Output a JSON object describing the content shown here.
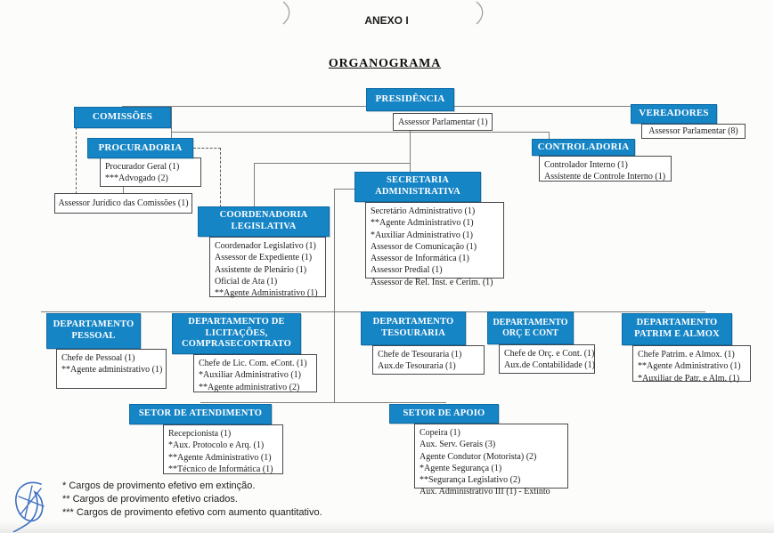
{
  "page": {
    "annex_title": "ANEXO I",
    "title": "ORGANOGRAMA"
  },
  "colors": {
    "node_fill": "#1685c6",
    "node_border": "#0d6ca6",
    "connector": "#7f7f7f",
    "signature_ink": "#3f6fc4"
  },
  "nodes": {
    "presidencia": {
      "label": "PRESIDÊNCIA",
      "roles": [
        "Assessor Parlamentar (1)"
      ]
    },
    "comissoes": {
      "label": "COMISSÕES"
    },
    "vereadores": {
      "label": "VEREADORES",
      "roles": [
        "Assessor Parlamentar (8)"
      ]
    },
    "procuradoria": {
      "label": "PROCURADORIA",
      "roles": [
        "Procurador Geral (1)",
        "***Advogado (2)"
      ]
    },
    "assessor_juridico": {
      "label": "Assessor Jurídico das Comissões (1)"
    },
    "controladoria": {
      "label": "CONTROLADORIA",
      "roles": [
        "Controlador Interno (1)",
        "Assistente de Controle Interno (1)"
      ]
    },
    "secretaria": {
      "label": "SECRETARIA ADMINISTRATIVA",
      "roles": [
        "Secretário Administrativo (1)",
        "**Agente Administrativo (1)",
        "*Auxiliar Administrativo (1)",
        "Assessor de Comunicação (1)",
        "Assessor de Informática (1)",
        "Assessor Predial (1)",
        "Assessor de Rel. Inst. e Cerim. (1)"
      ]
    },
    "coordenadoria": {
      "label": "COORDENADORIA LEGISLATIVA",
      "roles": [
        "Coordenador Legislativo (1)",
        "Assessor de Expediente (1)",
        "Assistente de Plenário (1)",
        "Oficial de Ata (1)",
        "**Agente Administrativo (1)"
      ]
    },
    "dep_pessoal": {
      "label": "DEPARTAMENTO PESSOAL",
      "roles": [
        "Chefe de Pessoal (1)",
        "**Agente administrativo (1)"
      ]
    },
    "dep_licitacoes": {
      "label": "DEPARTAMENTO DE LICITAÇÕES, COMPRASECONTRATO",
      "roles": [
        "Chefe de Lic. Com. eCont. (1)",
        "*Auxiliar Administrativo (1)",
        "**Agente administrativo (2)"
      ]
    },
    "dep_tesouraria": {
      "label": "DEPARTAMENTO TESOURARIA",
      "roles": [
        "Chefe de Tesouraria (1)",
        "Aux.de Tesouraria (1)"
      ]
    },
    "dep_orc": {
      "label": "DEPARTAMENTO ORÇ E CONT",
      "roles": [
        "Chefe de Orç. e Cont. (1)",
        "Aux.de Contabilidade (1)"
      ]
    },
    "dep_patrim": {
      "label": "DEPARTAMENTO PATRIM E ALMOX",
      "roles": [
        "Chefe Patrim. e Almox. (1)",
        "**Agente Administrativo (1)",
        "*Auxiliar de Patr. e Alm. (1)"
      ]
    },
    "setor_atendimento": {
      "label": "SETOR DE ATENDIMENTO",
      "roles": [
        "Recepcionista (1)",
        "*Aux. Protocolo e Arq. (1)",
        "**Agente Administrativo (1)",
        "**Técnico de Informática (1)"
      ]
    },
    "setor_apoio": {
      "label": "SETOR DE APOIO",
      "roles": [
        "Copeira (1)",
        "Aux. Serv. Gerais (3)",
        "Agente Condutor (Motorista) (2)",
        "*Agente Segurança (1)",
        "**Segurança Legislativo (2)",
        "Aux. Administrativo III (1) - Extinto"
      ]
    }
  },
  "footnotes": [
    "* Cargos de provimento efetivo em extinção.",
    "** Cargos de provimento efetivo criados.",
    "*** Cargos de provimento efetivo com aumento quantitativo."
  ],
  "decorations": {
    "signature": "pen-signature-scribble",
    "scan_marks": "parenthesis-scan-artifact"
  }
}
